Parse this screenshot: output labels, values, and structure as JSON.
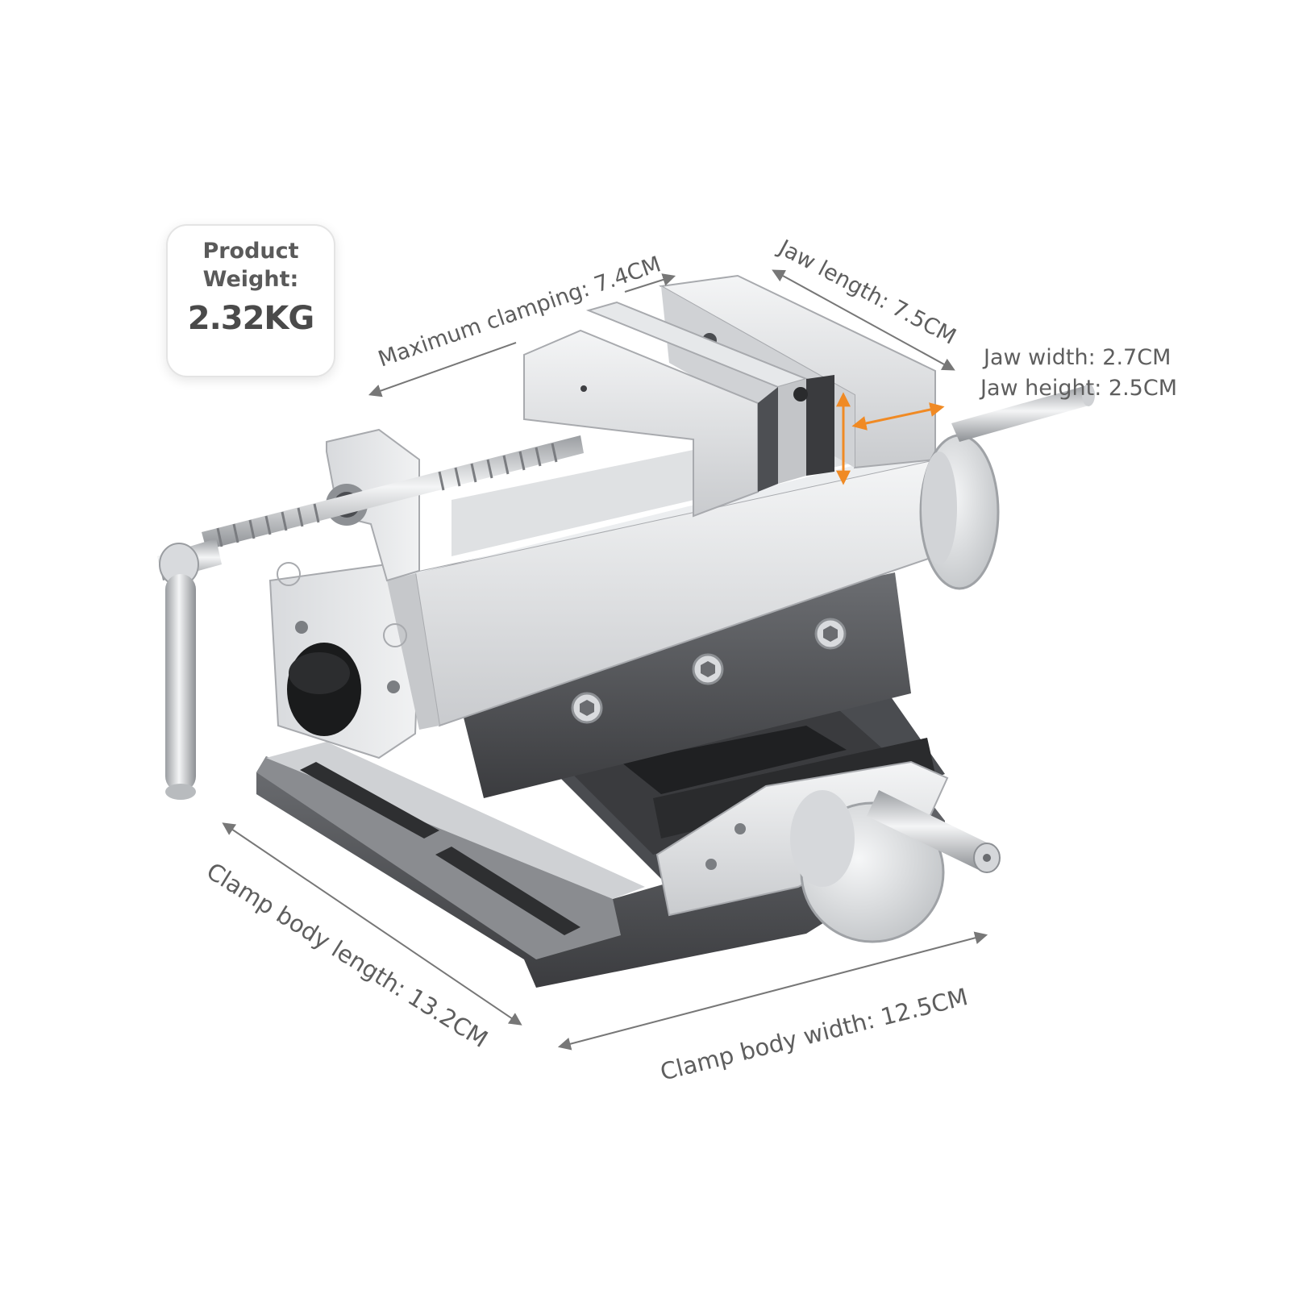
{
  "weight_badge": {
    "line1": "Product",
    "line2": "Weight:",
    "value": "2.32KG"
  },
  "dimensions": {
    "max_clamping": "Maximum clamping: 7.4CM",
    "jaw_length": "Jaw length: 7.5CM",
    "jaw_width": "Jaw width: 2.7CM",
    "jaw_height": "Jaw height: 2.5CM",
    "body_length": "Clamp body length: 13.2CM",
    "body_width": "Clamp body width: 12.5CM"
  },
  "colors": {
    "text": "#5e5e5e",
    "line": "#777777",
    "accent_arrow": "#f08a24",
    "metal_light": "#e4e5e7",
    "metal_dark": "#5a5c60"
  }
}
